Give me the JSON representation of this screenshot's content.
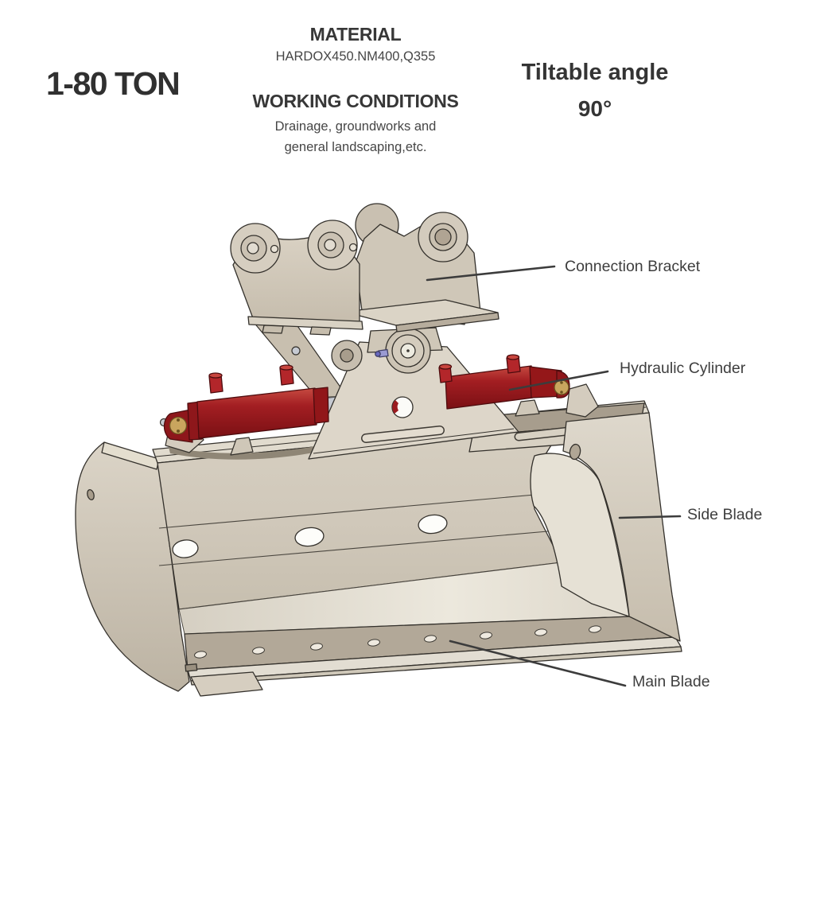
{
  "specs": {
    "tonnage": "1-80 TON",
    "material_title": "MATERIAL",
    "material_value": "HARDOX450.NM400,Q355",
    "working_conditions_title": "WORKING CONDITIONS",
    "working_conditions_line1": "Drainage, groundworks and",
    "working_conditions_line2": "general landscaping,etc.",
    "tiltable_angle_title": "Tiltable angle",
    "tiltable_angle_value": "90°"
  },
  "callouts": {
    "connection_bracket": "Connection Bracket",
    "hydraulic_cylinder": "Hydraulic Cylinder",
    "side_blade": "Side Blade",
    "main_blade": "Main Blade"
  },
  "colors": {
    "steel_body": "#d6cec1",
    "steel_dark": "#b6ac9c",
    "cylinder_red": "#a31e22",
    "clevis_gold": "#c9a55e",
    "outline": "#34312c",
    "text": "#3a3a3a"
  }
}
